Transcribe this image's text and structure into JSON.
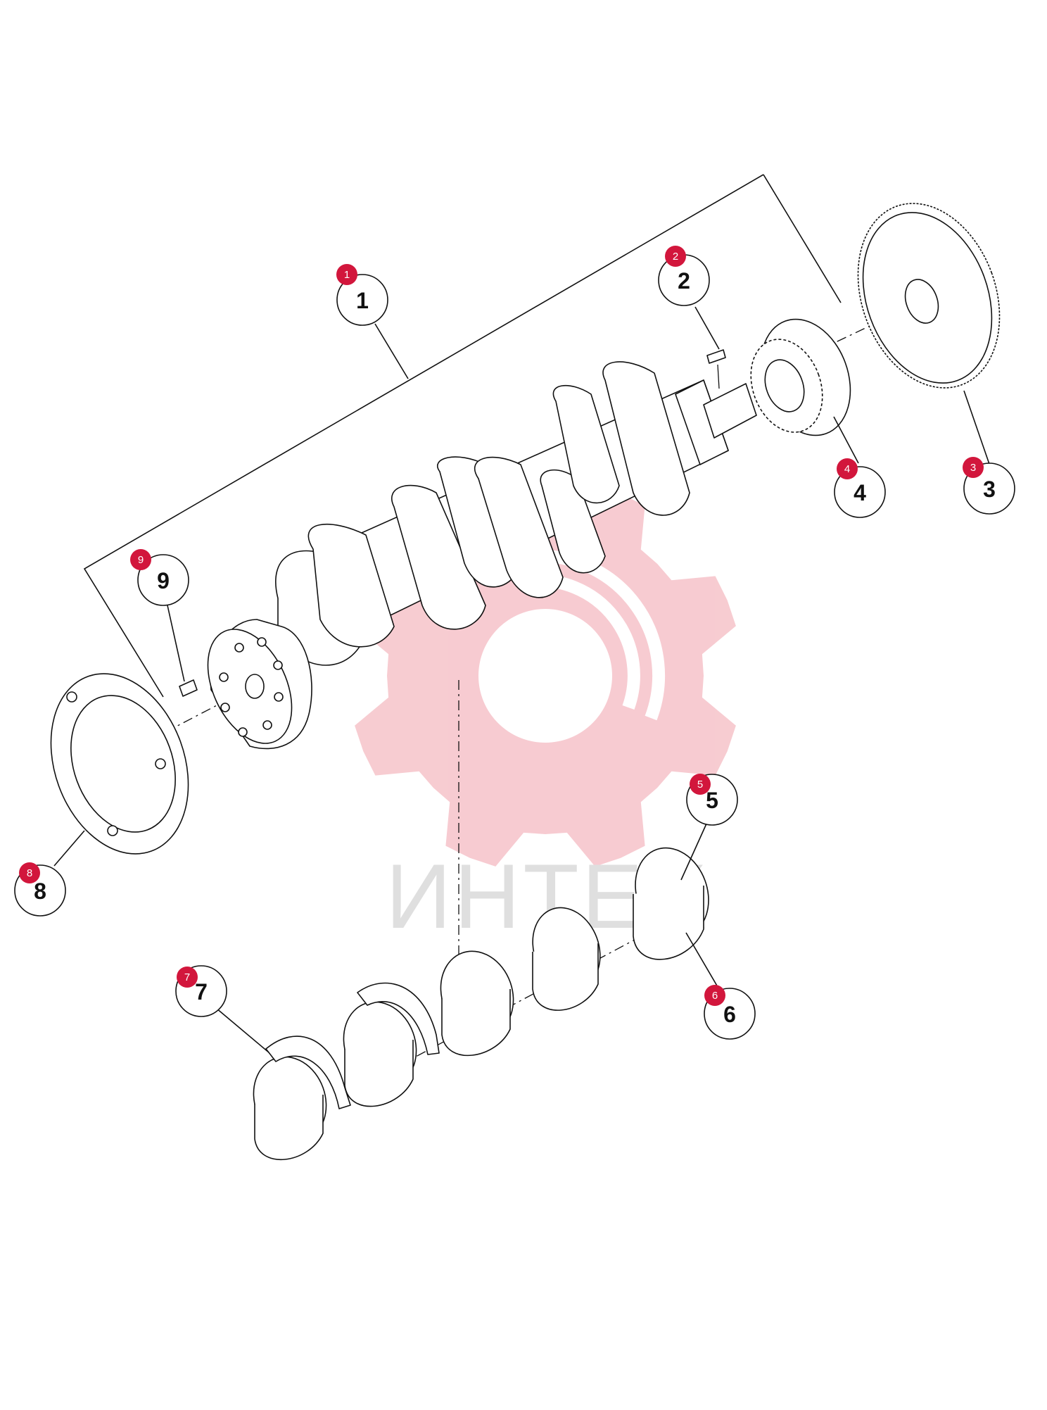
{
  "diagram": {
    "colors": {
      "badge": "#d2163c",
      "watermark_gear": "#f7c9cf",
      "watermark_text": "#dedede",
      "line": "#111111"
    },
    "watermark": {
      "text": "ИНТЕХ"
    },
    "callouts": [
      {
        "id": "1",
        "label": "1",
        "badge": "1"
      },
      {
        "id": "2",
        "label": "2",
        "badge": "2"
      },
      {
        "id": "3",
        "label": "3",
        "badge": "3"
      },
      {
        "id": "4",
        "label": "4",
        "badge": "4"
      },
      {
        "id": "5",
        "label": "5",
        "badge": "5"
      },
      {
        "id": "6",
        "label": "6",
        "badge": "6"
      },
      {
        "id": "7",
        "label": "7",
        "badge": "7"
      },
      {
        "id": "8",
        "label": "8",
        "badge": "8"
      },
      {
        "id": "9",
        "label": "9",
        "badge": "9"
      }
    ]
  }
}
